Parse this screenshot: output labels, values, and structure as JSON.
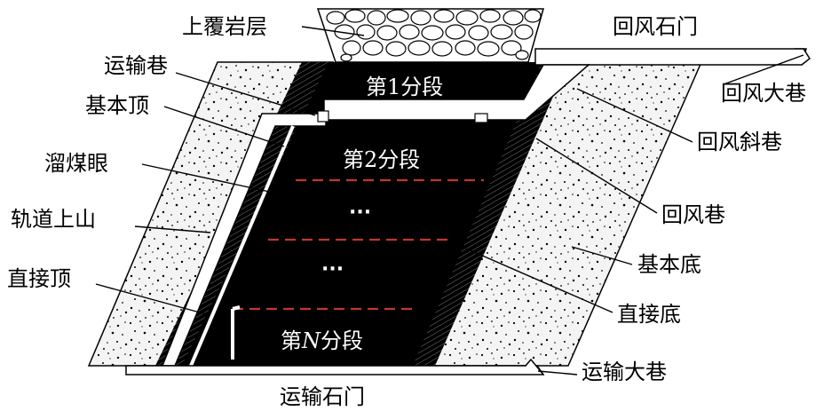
{
  "labels": {
    "overburden": "上覆岩层",
    "return_crosscut": "回风石门",
    "haulage_roadway": "运输巷",
    "main_roof": "基本顶",
    "return_main_roadway": "回风大巷",
    "return_inclined_roadway": "回风斜巷",
    "coal_chute": "溜煤眼",
    "track_uphill": "轨道上山",
    "return_roadway": "回风巷",
    "main_floor": "基本底",
    "immediate_roof": "直接顶",
    "immediate_floor": "直接底",
    "haulage_main_roadway": "运输大巷",
    "haulage_crosscut": "运输石门"
  },
  "segments": {
    "seg1_prefix": "第",
    "seg1_num": "1",
    "seg1_suffix": "分段",
    "seg2_prefix": "第",
    "seg2_num": "2",
    "seg2_suffix": "分段",
    "ellipsis": "···",
    "segN_prefix": "第",
    "segN_num": "N",
    "segN_suffix": "分段"
  },
  "colors": {
    "coal": "#000000",
    "divider": "#c0392b",
    "rock_fill": "#f2f2f2",
    "rock_dots": "#000000"
  }
}
